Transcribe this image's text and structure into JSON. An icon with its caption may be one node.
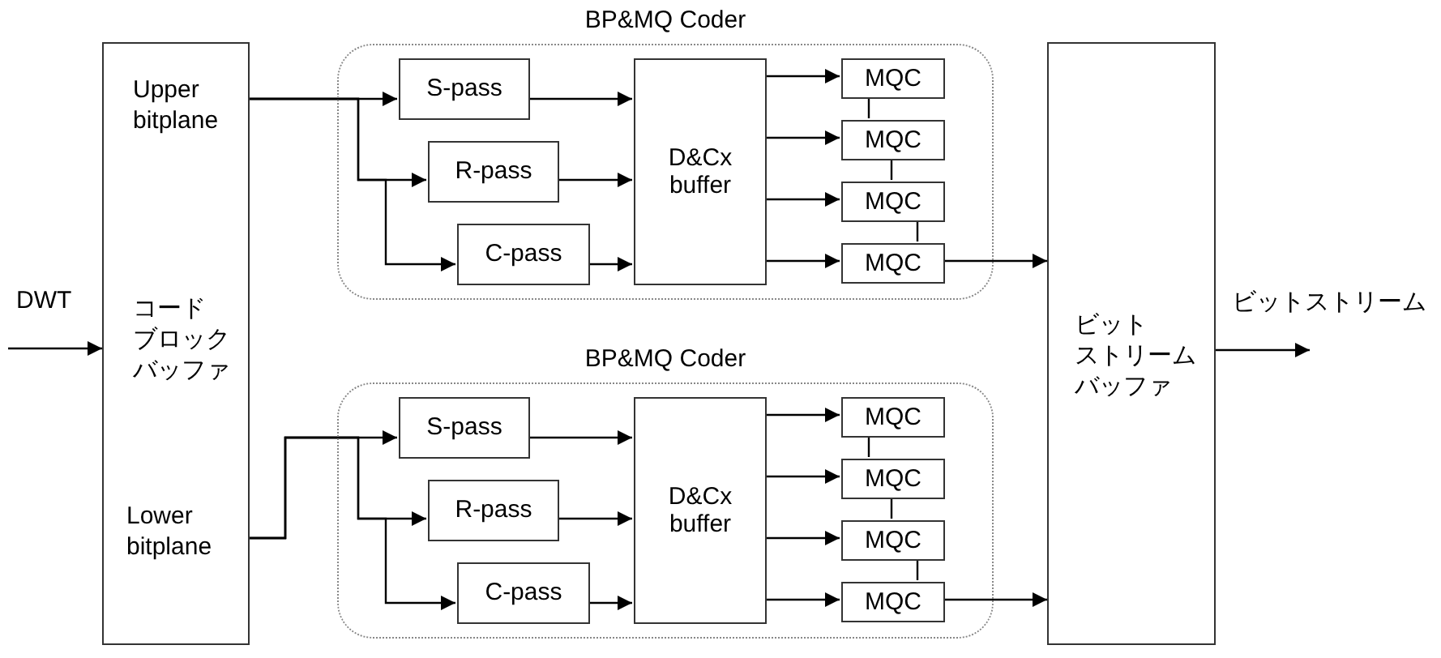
{
  "diagram": {
    "nodes": [
      {
        "text": [
          "Upper bitplane",
          "コードブロックバッファ",
          "Lower bitplane"
        ]
      },
      {
        "text": [
          "BP&MQ Coder"
        ]
      },
      {
        "text": [
          "S-pass"
        ],
        "in": 1
      },
      {
        "text": [
          "R-pass"
        ],
        "in": 1
      },
      {
        "text": [
          "C-pass"
        ],
        "in": 1
      },
      {
        "text": [
          "D&Cx buffer"
        ],
        "in": 1
      },
      {
        "text": [
          "MQC"
        ],
        "in": 1
      },
      {
        "text": [
          "MQC"
        ],
        "in": 1
      },
      {
        "text": [
          "MQC"
        ],
        "in": 1
      },
      {
        "text": [
          "MQC"
        ],
        "in": 1
      },
      {
        "text": [
          "BP&MQ Coder"
        ]
      },
      {
        "text": [
          "S-pass"
        ],
        "in": 10
      },
      {
        "text": [
          "R-pass"
        ],
        "in": 10
      },
      {
        "text": [
          "C-pass"
        ],
        "in": 10
      },
      {
        "text": [
          "D&Cx buffer"
        ],
        "in": 10
      },
      {
        "text": [
          "MQC"
        ],
        "in": 10
      },
      {
        "text": [
          "MQC"
        ],
        "in": 10
      },
      {
        "text": [
          "MQC"
        ],
        "in": 10
      },
      {
        "text": [
          "MQC"
        ],
        "in": 10
      },
      {
        "text": [
          "ビットストリームバッファ"
        ]
      }
    ],
    "edges": [
      {
        "from": null,
        "to": 0,
        "arrow": "to",
        "label": "DWT"
      },
      {
        "from": 0,
        "to": 2,
        "arrow": "to"
      },
      {
        "from": 0,
        "to": 3,
        "arrow": "to"
      },
      {
        "from": 0,
        "to": 4,
        "arrow": "to"
      },
      {
        "from": 2,
        "to": 5,
        "arrow": "to"
      },
      {
        "from": 3,
        "to": 5,
        "arrow": "to"
      },
      {
        "from": 4,
        "to": 5,
        "arrow": "to"
      },
      {
        "from": 5,
        "to": 6,
        "arrow": "to"
      },
      {
        "from": 5,
        "to": 7,
        "arrow": "to"
      },
      {
        "from": 5,
        "to": 8,
        "arrow": "to"
      },
      {
        "from": 5,
        "to": 9,
        "arrow": "to"
      },
      {
        "from": 6,
        "to": 7,
        "arrow": "none"
      },
      {
        "from": 7,
        "to": 8,
        "arrow": "none"
      },
      {
        "from": 8,
        "to": 9,
        "arrow": "none"
      },
      {
        "from": 9,
        "to": 19,
        "arrow": "to"
      },
      {
        "from": 0,
        "to": 11,
        "arrow": "to"
      },
      {
        "from": 0,
        "to": 12,
        "arrow": "to"
      },
      {
        "from": 0,
        "to": 13,
        "arrow": "to"
      },
      {
        "from": 11,
        "to": 14,
        "arrow": "to"
      },
      {
        "from": 12,
        "to": 14,
        "arrow": "to"
      },
      {
        "from": 13,
        "to": 14,
        "arrow": "to"
      },
      {
        "from": 14,
        "to": 15,
        "arrow": "to"
      },
      {
        "from": 14,
        "to": 16,
        "arrow": "to"
      },
      {
        "from": 14,
        "to": 17,
        "arrow": "to"
      },
      {
        "from": 14,
        "to": 18,
        "arrow": "to"
      },
      {
        "from": 15,
        "to": 16,
        "arrow": "none"
      },
      {
        "from": 16,
        "to": 17,
        "arrow": "none"
      },
      {
        "from": 17,
        "to": 18,
        "arrow": "none"
      },
      {
        "from": 18,
        "to": 19,
        "arrow": "to"
      },
      {
        "from": 19,
        "to": null,
        "arrow": "to",
        "label": "ビットストリーム"
      }
    ]
  }
}
